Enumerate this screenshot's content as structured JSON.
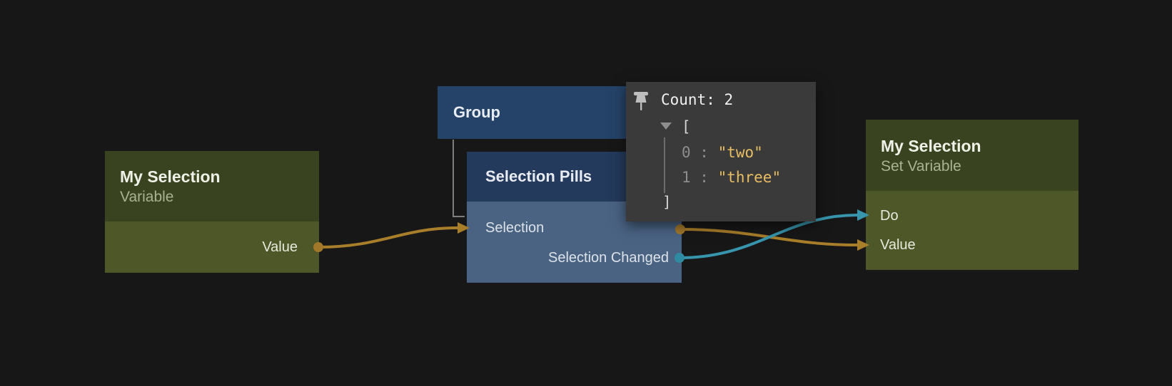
{
  "canvas": {
    "title": "node-graph-editor"
  },
  "colors": {
    "background": "#171717",
    "variable_node_header": "#3a431f",
    "variable_node_body": "#4e5728",
    "group_node_header": "#254368",
    "pills_node_header": "#243a5c",
    "pills_node_body": "#4a6383",
    "wire_value": "#a87e2a",
    "port_dot_value": "#a2782a",
    "wire_signal": "#3795ad",
    "port_dot_signal": "#2f8ba2",
    "hierarchy_line": "#7d7d7d",
    "inspector_background": "#3a3a3b",
    "inspector_text": "#f1f1f1",
    "inspector_muted": "#8d8d8d",
    "inspector_string": "#e9be62"
  },
  "nodes": {
    "variable": {
      "title": "My Selection",
      "subtitle": "Variable",
      "ports": {
        "value_out": "Value"
      }
    },
    "group": {
      "title": "Group"
    },
    "selection_pills": {
      "title": "Selection Pills",
      "ports": {
        "selection_in": "Selection",
        "selection_changed_out": "Selection Changed"
      }
    },
    "set_variable": {
      "title": "My Selection",
      "subtitle": "Set Variable",
      "ports": {
        "do_in": "Do",
        "value_in": "Value"
      }
    }
  },
  "inspector": {
    "count_label": "Count: 2",
    "open_bracket": "[",
    "close_bracket": "]",
    "items": [
      {
        "index": "0",
        "separator": " : ",
        "value": "\"two\""
      },
      {
        "index": "1",
        "separator": " : ",
        "value": "\"three\""
      }
    ]
  }
}
